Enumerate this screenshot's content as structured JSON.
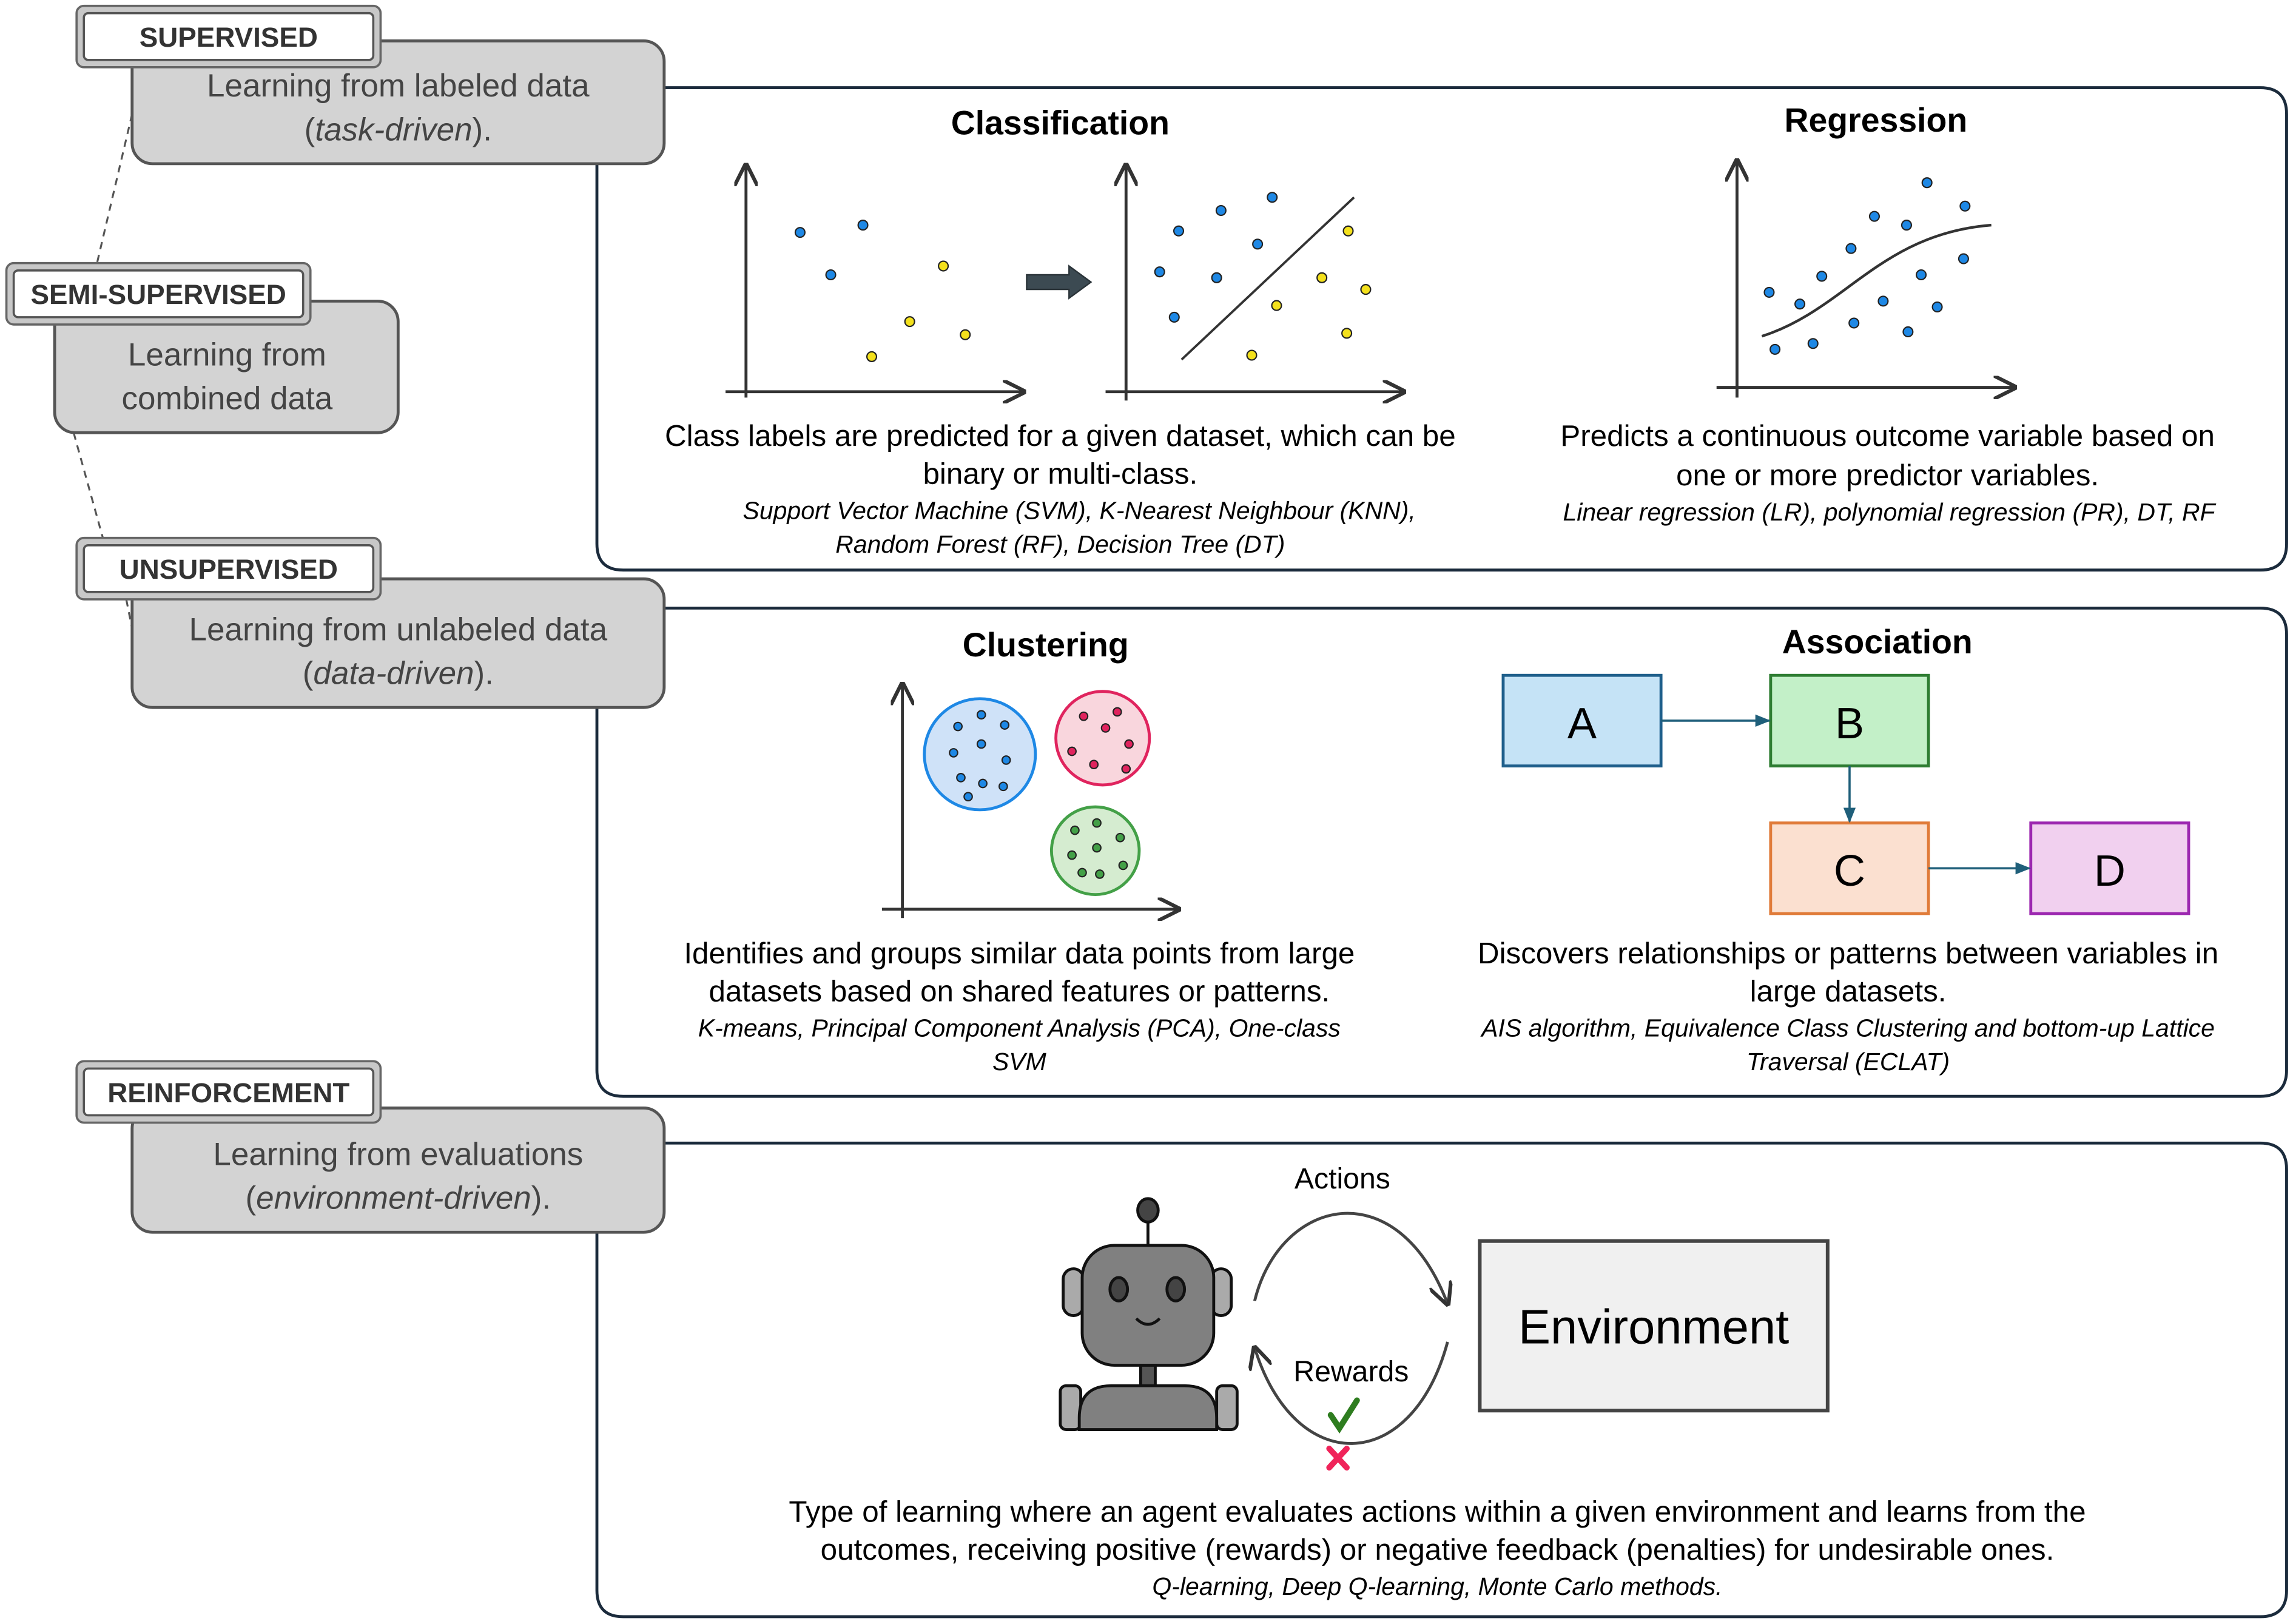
{
  "categories": [
    {
      "label": "SUPERVISED",
      "desc_line1": "Learning from labeled data",
      "desc_open": "(",
      "desc_italic": "task-driven",
      "desc_close": ")."
    },
    {
      "label": "SEMI-SUPERVISED",
      "desc_line1": "Learning from",
      "desc_line2": "combined data"
    },
    {
      "label": "UNSUPERVISED",
      "desc_line1": "Learning from unlabeled data",
      "desc_open": "(",
      "desc_italic": "data-driven",
      "desc_close": ")."
    },
    {
      "label": "REINFORCEMENT",
      "desc_line1": "Learning from evaluations",
      "desc_open": "(",
      "desc_italic": "environment-driven",
      "desc_close": ")."
    }
  ],
  "supervised": {
    "classification": {
      "title": "Classification",
      "desc": [
        "Class labels are predicted for a given dataset, which can be",
        "binary or multi-class."
      ],
      "algorithms": [
        "Support Vector Machine (SVM), K-Nearest Neighbour (KNN),",
        "Random Forest (RF), Decision Tree (DT)"
      ]
    },
    "regression": {
      "title": "Regression",
      "desc": [
        "Predicts a continuous outcome variable based on",
        "one or more predictor variables."
      ],
      "algorithms": [
        "Linear regression (LR), polynomial regression (PR), DT, RF"
      ]
    }
  },
  "unsupervised": {
    "clustering": {
      "title": "Clustering",
      "desc": [
        "Identifies and groups similar data points from large",
        "datasets based on shared features or patterns."
      ],
      "algorithms": [
        "K-means, Principal Component Analysis (PCA), One-class",
        "SVM"
      ]
    },
    "association": {
      "title": "Association",
      "nodes": [
        "A",
        "B",
        "C",
        "D"
      ],
      "desc": [
        "Discovers relationships or patterns between variables in",
        "large datasets."
      ],
      "algorithms": [
        "AIS algorithm, Equivalence Class Clustering and bottom-up Lattice",
        "Traversal (ECLAT)"
      ]
    }
  },
  "reinforcement": {
    "actions_label": "Actions",
    "rewards_label": "Rewards",
    "environment_label": "Environment",
    "desc": [
      "Type of learning where an agent evaluates actions within a given environment and learns from the",
      "outcomes, receiving positive (rewards) or negative feedback (penalties) for undesirable ones."
    ],
    "algorithms": [
      "Q-learning, Deep Q-learning, Monte Carlo methods."
    ]
  },
  "colors": {
    "panel_border": "#1b2b3c",
    "class_blue": "#1e88e5",
    "class_yellow": "#f4e11c",
    "cluster_blue": "#1e88e5",
    "cluster_red": "#e0245e",
    "cluster_green": "#43a047",
    "node_a": "#c5e3f6",
    "node_b": "#c3f0c8",
    "node_c": "#fbe0d0",
    "node_d": "#f1d0ef",
    "reward_check": "#2e7d1f",
    "penalty_x": "#f0245a"
  }
}
